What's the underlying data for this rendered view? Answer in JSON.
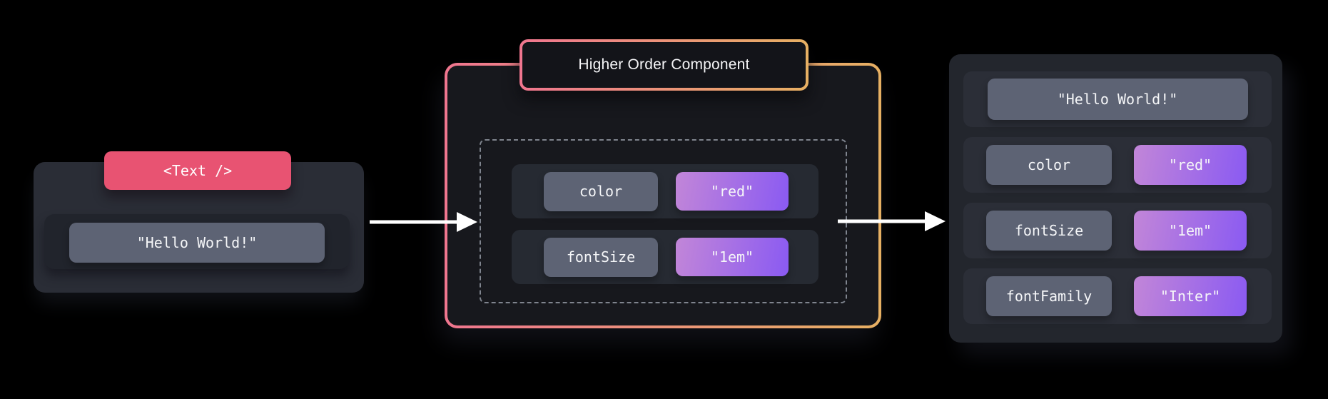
{
  "diagram": {
    "input_component": {
      "tag_label": "<Text />",
      "children_value": "\"Hello World!\""
    },
    "hoc": {
      "title": "Higher Order Component",
      "injected_props": [
        {
          "key": "color",
          "value": "\"red\""
        },
        {
          "key": "fontSize",
          "value": "\"1em\""
        }
      ]
    },
    "output_component": {
      "children_value": "\"Hello World!\"",
      "props": [
        {
          "key": "color",
          "value": "\"red\""
        },
        {
          "key": "fontSize",
          "value": "\"1em\""
        },
        {
          "key": "fontFamily",
          "value": "\"Inter\""
        }
      ]
    },
    "icons": {
      "input_arrow": "arrow-right",
      "output_arrow": "arrow-right"
    },
    "colors": {
      "background": "#000000",
      "accent_pink": "#e85372",
      "border_gradient_start": "#f0768f",
      "border_gradient_end": "#e7b063",
      "prop_value_gradient_start": "#c286d8",
      "prop_value_gradient_end": "#8a5af2",
      "prop_key_slate": "#5d6374",
      "card_raised": "#2a2d36",
      "card_recessed": "#23262d",
      "hoc_card_bg": "#17181d",
      "arrow_white": "#ffffff"
    }
  }
}
